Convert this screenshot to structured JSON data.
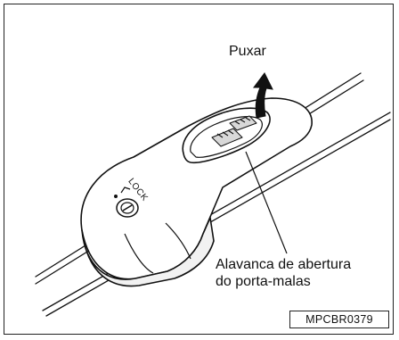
{
  "illustration": {
    "pull_label": "Puxar",
    "lever_label_line1": "Alavanca de abertura",
    "lever_label_line2": "do porta-malas",
    "lock_label": "LOCK",
    "figure_code": "MPCBR0379"
  }
}
